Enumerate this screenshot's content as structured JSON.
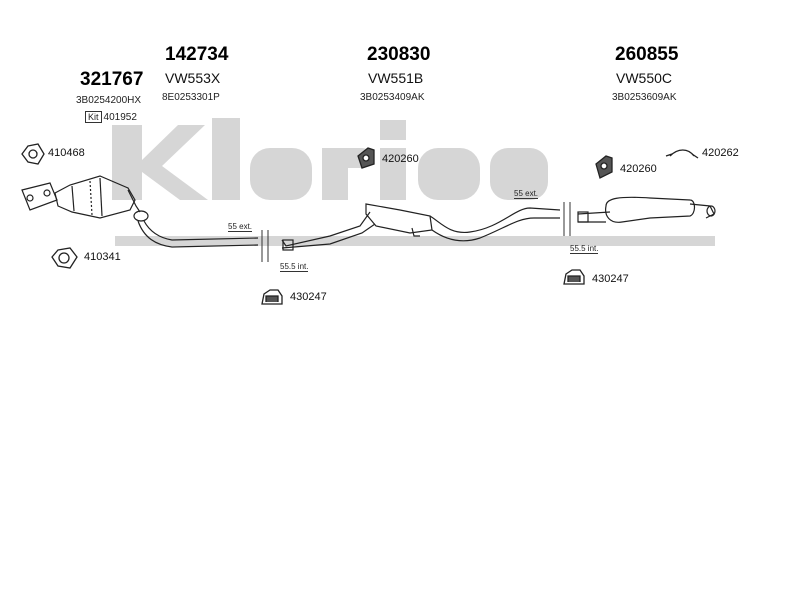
{
  "watermark": "Klarius",
  "groups": [
    {
      "number": "321767",
      "code": "",
      "oem": "3B0254200HX"
    },
    {
      "number": "142734",
      "code": "VW553X",
      "oem": "8E0253301P"
    },
    {
      "number": "230830",
      "code": "VW551B",
      "oem": "3B0253409AK"
    },
    {
      "number": "260855",
      "code": "VW550C",
      "oem": "3B0253609AK"
    }
  ],
  "kit": {
    "label": "Kit",
    "value": "401952"
  },
  "parts": [
    "410468",
    "410341",
    "420260",
    "430247",
    "420260",
    "420262",
    "430247"
  ],
  "dims": {
    "left_ext": "55 ext.",
    "left_int": "55.5 int.",
    "right_ext": "55 ext.",
    "right_int": "55.5 int."
  }
}
